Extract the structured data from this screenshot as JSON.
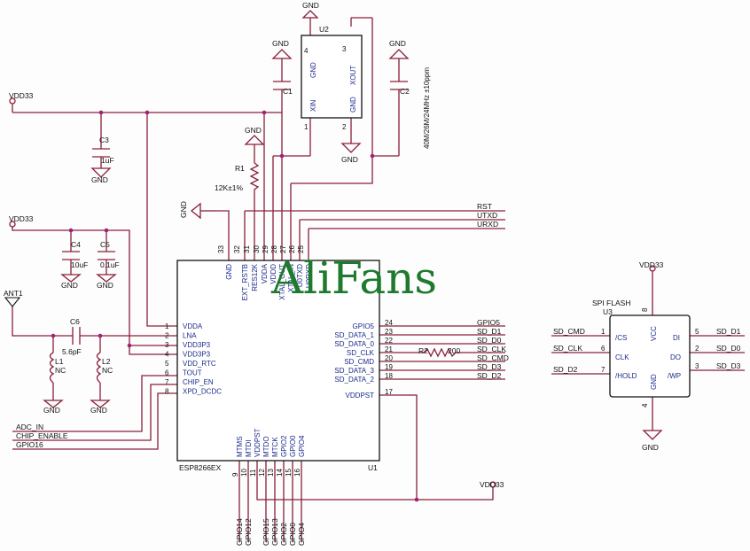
{
  "watermark": "AliFans",
  "u1": {
    "ref": "U1",
    "part": "ESP8266EX",
    "left_pins": [
      {
        "num": "1",
        "name": "VDDA"
      },
      {
        "num": "2",
        "name": "LNA"
      },
      {
        "num": "3",
        "name": "VDD3P3"
      },
      {
        "num": "4",
        "name": "VDD3P3"
      },
      {
        "num": "5",
        "name": "VDD_RTC"
      },
      {
        "num": "6",
        "name": "TOUT"
      },
      {
        "num": "7",
        "name": "CHIP_EN"
      },
      {
        "num": "8",
        "name": "XPD_DCDC"
      }
    ],
    "right_pins": [
      {
        "num": "24",
        "name": "GPIO5",
        "net": "GPIO5"
      },
      {
        "num": "23",
        "name": "SD_DATA_1",
        "net": "SD_D1"
      },
      {
        "num": "22",
        "name": "SD_DATA_0",
        "net": "SD_D0"
      },
      {
        "num": "21",
        "name": "SD_CLK",
        "net": "SD_CLK"
      },
      {
        "num": "20",
        "name": "SD_CMD",
        "net": "SD_CMD"
      },
      {
        "num": "19",
        "name": "SD_DATA_3",
        "net": "SD_D3"
      },
      {
        "num": "18",
        "name": "SD_DATA_2",
        "net": "SD_D2"
      },
      {
        "num": "17",
        "name": "VDDPST",
        "net": ""
      }
    ],
    "top_pins": [
      {
        "num": "33",
        "name": "GND"
      },
      {
        "num": "32",
        "name": "EXT_RSTB"
      },
      {
        "num": "31",
        "name": "RES12K"
      },
      {
        "num": "30",
        "name": "VDDA"
      },
      {
        "num": "29",
        "name": "VDDD"
      },
      {
        "num": "28",
        "name": "XTAL_OUT"
      },
      {
        "num": "27",
        "name": "XTAL_IN"
      },
      {
        "num": "26",
        "name": "U0TXD"
      },
      {
        "num": "25",
        "name": "U0RXD"
      }
    ],
    "bottom_pins": [
      {
        "num": "9",
        "name": "MTMS",
        "net": "GPIO14"
      },
      {
        "num": "10",
        "name": "MTDI",
        "net": "GPIO12"
      },
      {
        "num": "11",
        "name": "VDDPST",
        "net": ""
      },
      {
        "num": "12",
        "name": "MTDO",
        "net": "GPIO15"
      },
      {
        "num": "13",
        "name": "MTCK",
        "net": "GPIO13"
      },
      {
        "num": "14",
        "name": "GPIO2",
        "net": "GPIO2"
      },
      {
        "num": "15",
        "name": "GPIO0",
        "net": "GPIO0"
      },
      {
        "num": "16",
        "name": "GPIO4",
        "net": "GPIO4"
      }
    ]
  },
  "u2": {
    "ref": "U2",
    "pin_gnd_top": "GND",
    "pin_xout": "XOUT",
    "pin_xin": "XIN",
    "pin_gnd_bottom": "GND",
    "pin4": "4",
    "pin3": "3",
    "pin1": "1",
    "pin2": "2",
    "freq": "40M/26M/24MHz ±10ppm"
  },
  "u3": {
    "title": "SPI FLASH",
    "ref": "U3",
    "pin_cs": "/CS",
    "pin_clk": "CLK",
    "pin_hold": "/HOLD",
    "pin_vcc": "VCC",
    "pin_gnd": "GND",
    "pin_di": "DI",
    "pin_do": "DO",
    "pin_wp": "/WP",
    "num1": "1",
    "num6": "6",
    "num7": "7",
    "num8": "8",
    "num4": "4",
    "num5": "5",
    "num2": "2",
    "num3": "3",
    "net_cmd": "SD_CMD",
    "net_clk": "SD_CLK",
    "net_d2": "SD_D2",
    "net_d1": "SD_D1",
    "net_d0": "SD_D0",
    "net_d3": "SD_D3",
    "vdd": "VDD33",
    "gnd": "GND"
  },
  "nets": {
    "vdd33": "VDD33",
    "gnd": "GND",
    "rst": "RST",
    "utxd": "UTXD",
    "urxd": "URXD",
    "adc_in": "ADC_IN",
    "chip_enable": "CHIP_ENABLE",
    "gpio16": "GPIO16"
  },
  "parts": {
    "c1": "C1",
    "c2": "C2",
    "c3": "C3",
    "c3_val": "1uF",
    "c4": "C4",
    "c4_val": "10uF",
    "c5": "C5",
    "c5_val": "0.1uF",
    "c6": "C6",
    "c6_val": "5.6pF",
    "l1": "L1",
    "l1_val": "NC",
    "l2": "L2",
    "l2_val": "NC",
    "r1": "R1",
    "r1_val": "12K±1%",
    "r2": "R2",
    "r2_val": "200",
    "ant": "ANT1"
  }
}
